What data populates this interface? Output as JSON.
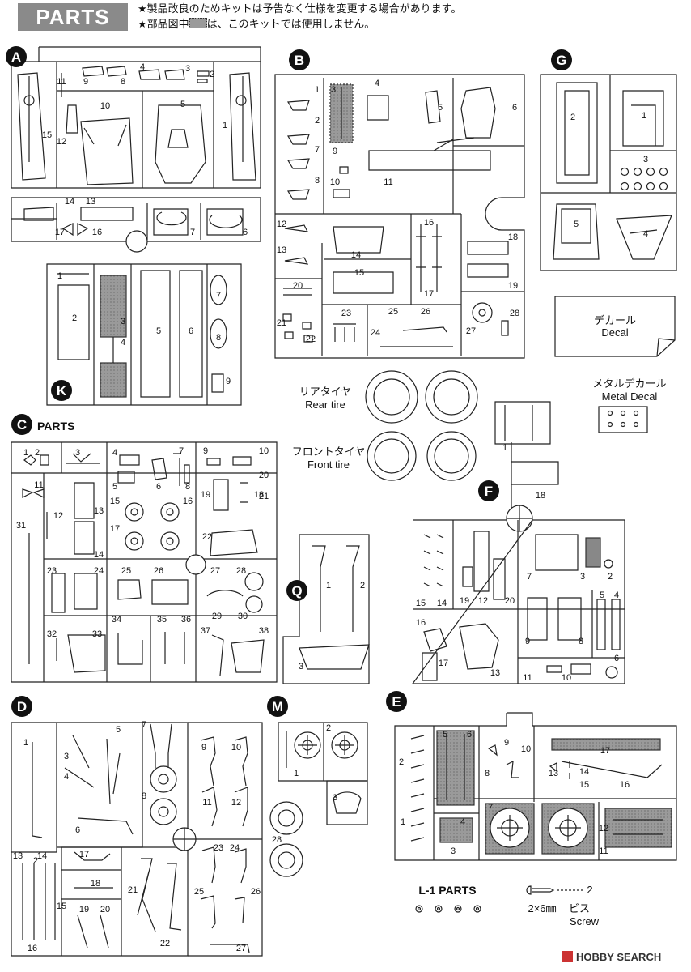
{
  "header": {
    "title": "PARTS",
    "note1": "★製品改良のためキットは予告なく仕様を変更する場合があります。",
    "note2_pre": "★部品図中",
    "note2_post": "は、このキットでは使用しません。"
  },
  "trees": {
    "A": {
      "letter": "A",
      "numbers": [
        "1",
        "2",
        "3",
        "4",
        "5",
        "6",
        "7",
        "8",
        "9",
        "10",
        "11",
        "12",
        "13",
        "14",
        "15",
        "16",
        "17"
      ]
    },
    "B": {
      "letter": "B",
      "numbers": [
        "1",
        "2",
        "3",
        "4",
        "5",
        "6",
        "7",
        "8",
        "9",
        "10",
        "11",
        "12",
        "13",
        "14",
        "15",
        "16",
        "17",
        "18",
        "19",
        "20",
        "21",
        "22",
        "23",
        "24",
        "25",
        "26",
        "27",
        "28"
      ]
    },
    "G": {
      "letter": "G",
      "numbers": [
        "1",
        "2",
        "3",
        "4",
        "5"
      ]
    },
    "K": {
      "letter": "K",
      "numbers": [
        "1",
        "2",
        "3",
        "4",
        "5",
        "6",
        "7",
        "8",
        "9"
      ]
    },
    "C": {
      "letter": "C",
      "label": "PARTS",
      "numbers": [
        "1",
        "2",
        "3",
        "4",
        "5",
        "6",
        "7",
        "8",
        "9",
        "10",
        "11",
        "12",
        "13",
        "14",
        "15",
        "16",
        "17",
        "18",
        "19",
        "20",
        "21",
        "22",
        "23",
        "24",
        "25",
        "26",
        "27",
        "28",
        "29",
        "30",
        "31",
        "32",
        "33",
        "34",
        "35",
        "36",
        "37",
        "38"
      ]
    },
    "Q": {
      "letter": "Q",
      "numbers": [
        "1",
        "2",
        "3"
      ]
    },
    "F": {
      "letter": "F",
      "numbers": [
        "1",
        "2",
        "3",
        "4",
        "5",
        "6",
        "7",
        "8",
        "9",
        "10",
        "11",
        "12",
        "13",
        "14",
        "15",
        "16",
        "17",
        "18",
        "19",
        "20"
      ]
    },
    "D": {
      "letter": "D",
      "numbers": [
        "1",
        "2",
        "3",
        "4",
        "5",
        "6",
        "7",
        "8",
        "9",
        "10",
        "11",
        "12",
        "13",
        "14",
        "15",
        "16",
        "17",
        "18",
        "19",
        "20",
        "21",
        "22",
        "23",
        "24",
        "25",
        "26",
        "27",
        "28"
      ]
    },
    "M": {
      "letter": "M",
      "numbers": [
        "1",
        "2",
        "3"
      ]
    },
    "E": {
      "letter": "E",
      "numbers": [
        "1",
        "2",
        "3",
        "4",
        "5",
        "6",
        "7",
        "8",
        "9",
        "10",
        "11",
        "12",
        "13",
        "14",
        "15",
        "16",
        "17"
      ]
    }
  },
  "decal": {
    "jp": "デカール",
    "en": "Decal"
  },
  "metal_decal": {
    "jp": "メタルデカール",
    "en": "Metal Decal"
  },
  "rear_tire": {
    "jp": "リアタイヤ",
    "en": "Rear tire"
  },
  "front_tire": {
    "jp": "フロントタイヤ",
    "en": "Front tire"
  },
  "l1": {
    "title": "L-1 PARTS"
  },
  "screw": {
    "number": "2",
    "size": "2×6㎜",
    "jp": "ビス",
    "en": "Screw"
  },
  "watermark": "HOBBY SEARCH",
  "colors": {
    "line": "#222222",
    "unused": "#9a9a9a",
    "badge": "#111111"
  }
}
